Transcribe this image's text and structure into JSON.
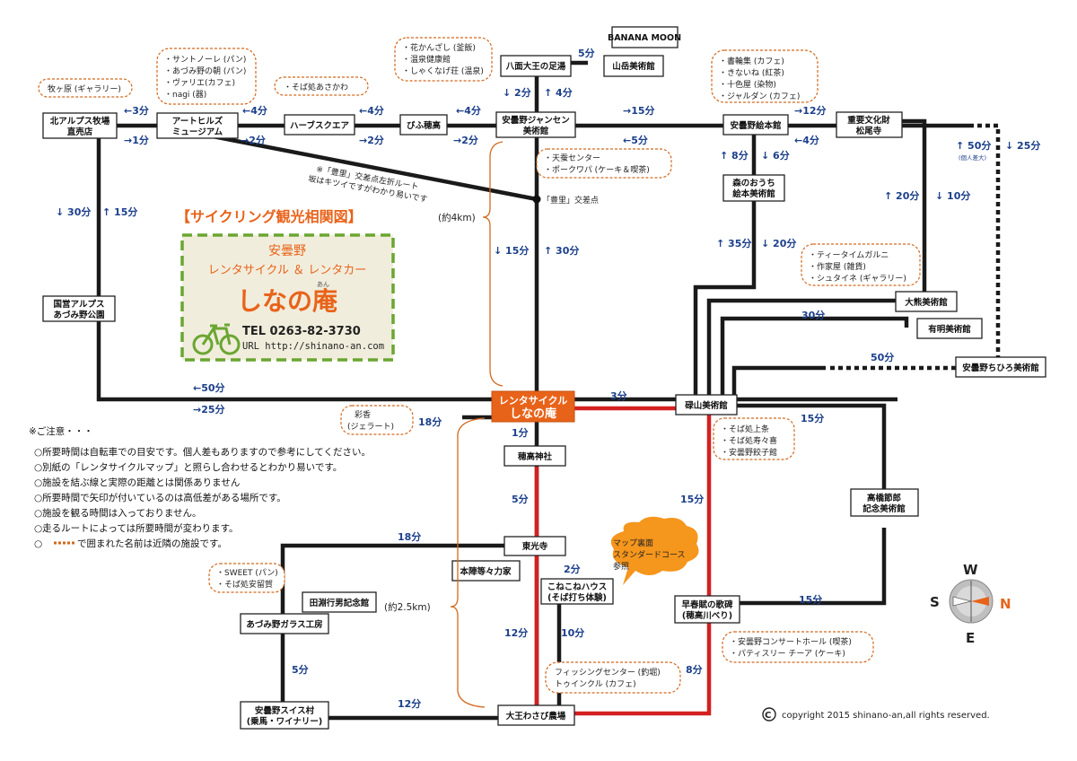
{
  "banner": "【サイクリング観光相関図】",
  "shop": {
    "area": "安曇野",
    "service": "レンタサイクル ＆ レンタカー",
    "name": "しなの庵",
    "ruby": "あん",
    "tel": "TEL 0263-82-3730",
    "url": "URL http://shinano-an.com"
  },
  "hub": [
    "レンタサイクル",
    "しなの庵"
  ],
  "nodes": {
    "banana_moon": "BANANA MOON",
    "yaomote": "八面大王の足湯",
    "sangaku": "山岳美術館",
    "kita_alps": [
      "北アルプス牧場",
      "直売店"
    ],
    "art_hills": [
      "アートヒルズ",
      "ミュージアム"
    ],
    "herb": "ハーブスクエア",
    "biwa": "びふ穂高",
    "jansen": [
      "安曇野ジャンセン",
      "美術館"
    ],
    "ehon": "安曇野絵本館",
    "juyo": [
      "重要文化財",
      "松尾寺"
    ],
    "mori": [
      "森のおうち",
      "絵本美術館"
    ],
    "okuma": "大熊美術館",
    "ariake": "有明美術館",
    "chihiro": "安曇野ちひろ美術館",
    "kokuei": [
      "国営アルプス",
      "あづみ野公園"
    ],
    "rokuzan": "碌山美術館",
    "hotaka_jinja": "穂高神社",
    "takahashi": [
      "高橋節郎",
      "記念美術館"
    ],
    "toko": "東光寺",
    "honjin": "本陣等々力家",
    "konekone": [
      "こねこねハウス",
      "(そば打ち体験)"
    ],
    "sotoyuki": "田淵行男記念館",
    "glass": "あづみ野ガラス工房",
    "soushun": [
      "早春賦の歌碑",
      "(穂高川べり)"
    ],
    "swiss": [
      "安曇野スイス村",
      "(乗馬・ワイナリー)"
    ],
    "wasabi": "大王わさび農場"
  },
  "nearby": {
    "n1": [
      "牧ヶ原 (ギャラリー)"
    ],
    "n2": [
      "・サントノーレ (パン)",
      "・あづみ野の朝 (パン)",
      "・ヴァリエ(カフェ)",
      "・nagi (器)"
    ],
    "n3": [
      "・そば処あさかわ"
    ],
    "n4": [
      "・花かんざし (釜飯)",
      "・温泉健康館",
      "・しゃくなげ荘 (温泉)"
    ],
    "n5": [
      "・書輪集 (カフェ)",
      "・きないね (紅茶)",
      "・十色屋 (染物)",
      "・ジャルダン (カフェ)"
    ],
    "n6": [
      "・天蚕センター",
      "・ポークワパ (ケーキ＆喫茶)"
    ],
    "n7": [
      "・ティータイムガルニ",
      "・作家屋 (雑貨)",
      "・シュタイネ (ギャラリー)"
    ],
    "n8": [
      "彩香",
      "(ジェラート)"
    ],
    "n9": [
      "・そば処上条",
      "・そば処寿々喜",
      "・安曇野餃子館"
    ],
    "n10": [
      "・SWEET (パン)",
      "・そば処安留賀"
    ],
    "n11": [
      "・安曇野コンサートホール (喫茶)",
      "・パティスリー チーア (ケーキ)"
    ],
    "n12": [
      "フィッシングセンター (釣堀)",
      "トゥインクル (カフェ)"
    ]
  },
  "route_note": [
    "※「豊里」交差点左折ルート",
    "坂はキツイですがわかり易いです"
  ],
  "toyosato": "「豊里」交差点",
  "dist_a": "(約4km)",
  "dist_b": "(約2.5km)",
  "ind_50": "↑ 50分",
  "ind_50_sub": "(個人差大)",
  "times": {
    "t1": "←3分",
    "t2": "→1分",
    "t3": "←4分",
    "t4": "→2分",
    "t5": "←4分",
    "t6": "→2分",
    "t7": "←4分",
    "t8": "→2分",
    "t9": "→15分",
    "t10": "←5分",
    "t11": "→12分",
    "t12": "←4分",
    "t13": "5分",
    "t14": "↓ 2分",
    "t15": "↑ 4分",
    "t16": "↑ 8分",
    "t17": "↓ 6分",
    "t18": "↑ 35分",
    "t19": "↓ 20分",
    "t20": "↑ 20分",
    "t21": "↓ 10分",
    "t22": "↓ 25分",
    "t23": "↓ 30分",
    "t24": "↑ 15分",
    "t25": "↓ 15分",
    "t26": "↑ 30分",
    "t27": "30分",
    "t28": "50分",
    "t29": "←50分",
    "t30": "→25分",
    "t31": "3分",
    "t32": "18分",
    "t33": "1分",
    "t34": "15分",
    "t35": "5分",
    "t36": "15分",
    "t37": "18分",
    "t38": "2分",
    "t39": "15分",
    "t40": "12分",
    "t41": "10分",
    "t42": "5分",
    "t43": "8分",
    "t44": "12分"
  },
  "callout": [
    "マップ裏面",
    "スタンダードコース",
    "参照"
  ],
  "notes_title": "※ご注意・・・",
  "notes": [
    "○所要時間は自転車での目安です。個人差もありますので参考にしてください。",
    "○別紙の「レンタサイクルマップ」と照らし合わせるとわかり易いです。",
    "○施設を結ぶ線と実際の距離とは関係ありません",
    "○所要時間で矢印が付いているのは高低差がある場所です。",
    "○施設を観る時間は入っておりません。",
    "○走るルートによっては所要時間が変わります。",
    "で囲まれた名前は近隣の施設です。"
  ],
  "notes_bullet": "○",
  "compass": {
    "w": "W",
    "s": "S",
    "n": "N",
    "e": "E"
  },
  "copyright": "copyright 2015 shinano-an,all rights reserved.",
  "copyright_mark": "C",
  "colors": {
    "route": "#1a1a1a",
    "red_route": "#d42020",
    "accent": "#e8631a",
    "time": "#1b3f8b",
    "green": "#6aa632",
    "shop_bg": "#f1eddc"
  }
}
